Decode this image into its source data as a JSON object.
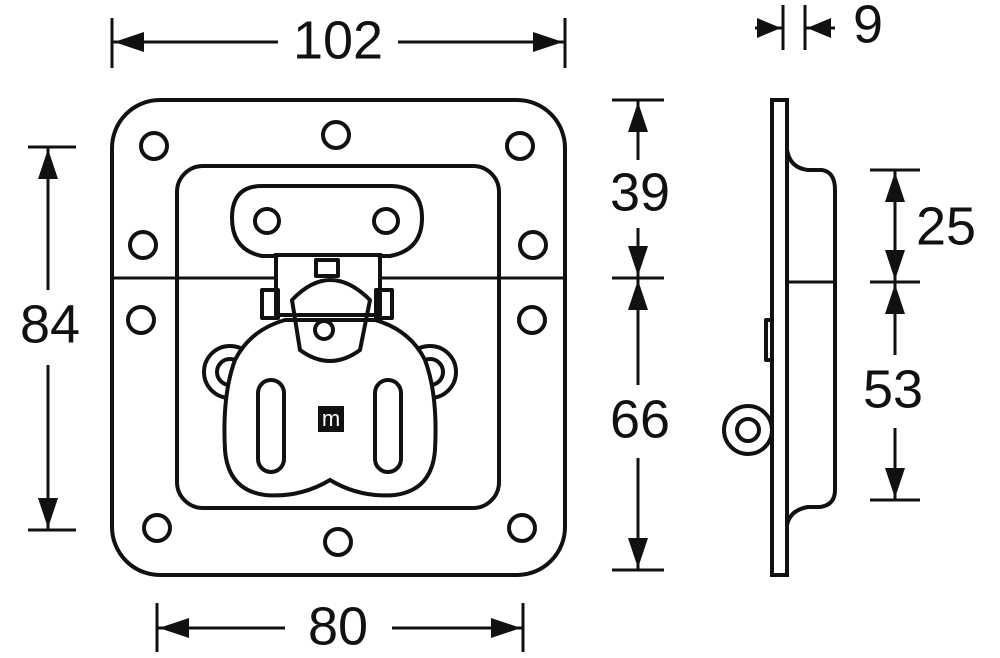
{
  "title": "Recessed latch dimension drawing",
  "dimensions": {
    "width_overall": "102",
    "depth": "9",
    "height_overall": "84",
    "upper_height": "39",
    "lower_height": "66",
    "recess_upper": "25",
    "recess_lower": "53",
    "hole_spacing": "80"
  },
  "logo_text": "m"
}
